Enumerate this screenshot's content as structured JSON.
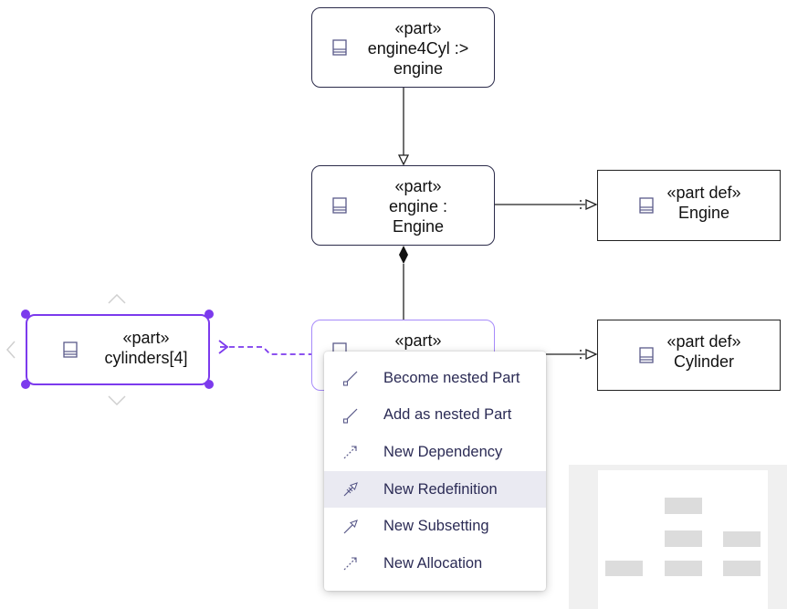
{
  "diagram": {
    "nodes": [
      {
        "id": "engine4cyl",
        "stereotype": "«part»",
        "line1": "engine4Cyl :>",
        "line2": "engine",
        "icon": "part-icon"
      },
      {
        "id": "engine",
        "stereotype": "«part»",
        "line1": "engine :",
        "line2": "Engine",
        "icon": "part-icon"
      },
      {
        "id": "engine-def",
        "stereotype": "«part def»",
        "line1": "Engine",
        "icon": "part-def-icon"
      },
      {
        "id": "cylinder-part",
        "stereotype": "«part»",
        "icon": "part-icon"
      },
      {
        "id": "cylinder-def",
        "stereotype": "«part def»",
        "line1": "Cylinder",
        "icon": "part-def-icon"
      },
      {
        "id": "cylinders",
        "stereotype": "«part»",
        "line1": "cylinders[4]",
        "icon": "part-icon",
        "selected": true
      }
    ],
    "edges": [
      {
        "from": "engine4cyl",
        "to": "engine",
        "type": "subsetting"
      },
      {
        "from": "engine",
        "to": "cylinder-part",
        "type": "composition"
      },
      {
        "from": "engine",
        "to": "engine-def",
        "type": "definition"
      },
      {
        "from": "cylinder-part",
        "to": "cylinder-def",
        "type": "definition"
      },
      {
        "from": "cylinders",
        "to": "cylinder-part",
        "type": "pending-dependency"
      }
    ]
  },
  "context_menu": {
    "items": [
      {
        "label": "Become nested Part",
        "icon": "nested-part-icon",
        "active": false
      },
      {
        "label": "Add as nested Part",
        "icon": "nested-part-icon",
        "active": false
      },
      {
        "label": "New Dependency",
        "icon": "dependency-icon",
        "active": false
      },
      {
        "label": "New Redefinition",
        "icon": "redefinition-icon",
        "active": true
      },
      {
        "label": "New Subsetting",
        "icon": "subsetting-icon",
        "active": false
      },
      {
        "label": "New Allocation",
        "icon": "allocation-icon",
        "active": false
      }
    ]
  },
  "colors": {
    "selection": "#7c3aed",
    "icon": "#5a5a8a",
    "menu_text": "#2b2b55",
    "menu_active_bg": "#eaeaf2"
  }
}
